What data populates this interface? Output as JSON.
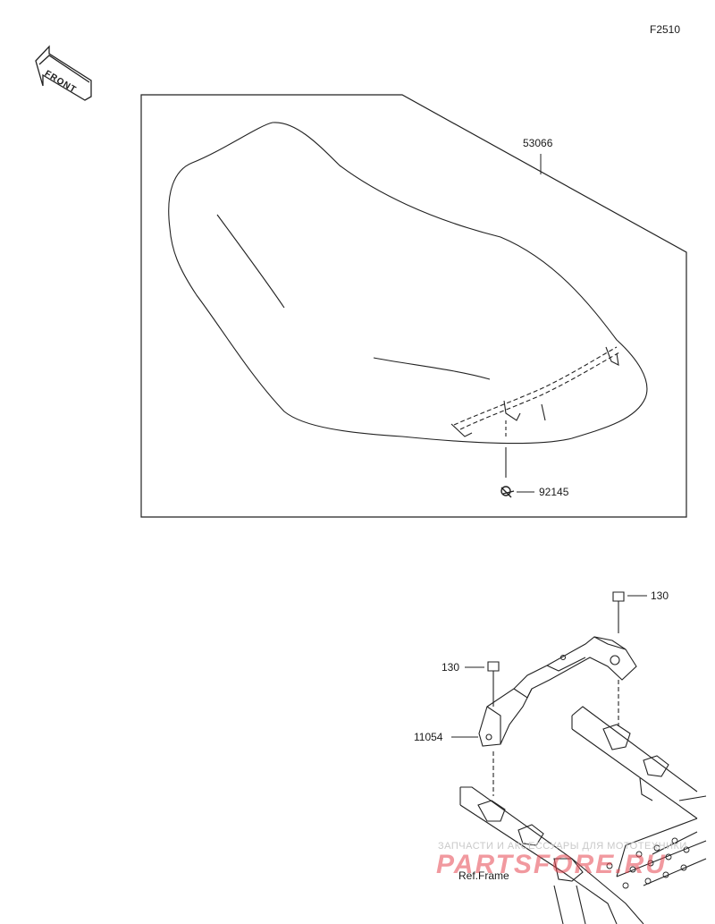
{
  "diagram": {
    "code": "F2510",
    "front_label": "FRONT",
    "parts": {
      "seat": "53066",
      "seat_hook": "92145",
      "bolt_right": "130",
      "bolt_left": "130",
      "bracket": "11054"
    },
    "ref_label": "Ref.Frame"
  },
  "watermark": {
    "line1": "ЗАПЧАСТИ И АКСЕССУАРЫ ДЛЯ МОТОТЕХНИКИ",
    "line2": "PARTSFORE.RU",
    "color": "#e6505a"
  },
  "colors": {
    "line": "#222222",
    "background": "#ffffff"
  }
}
